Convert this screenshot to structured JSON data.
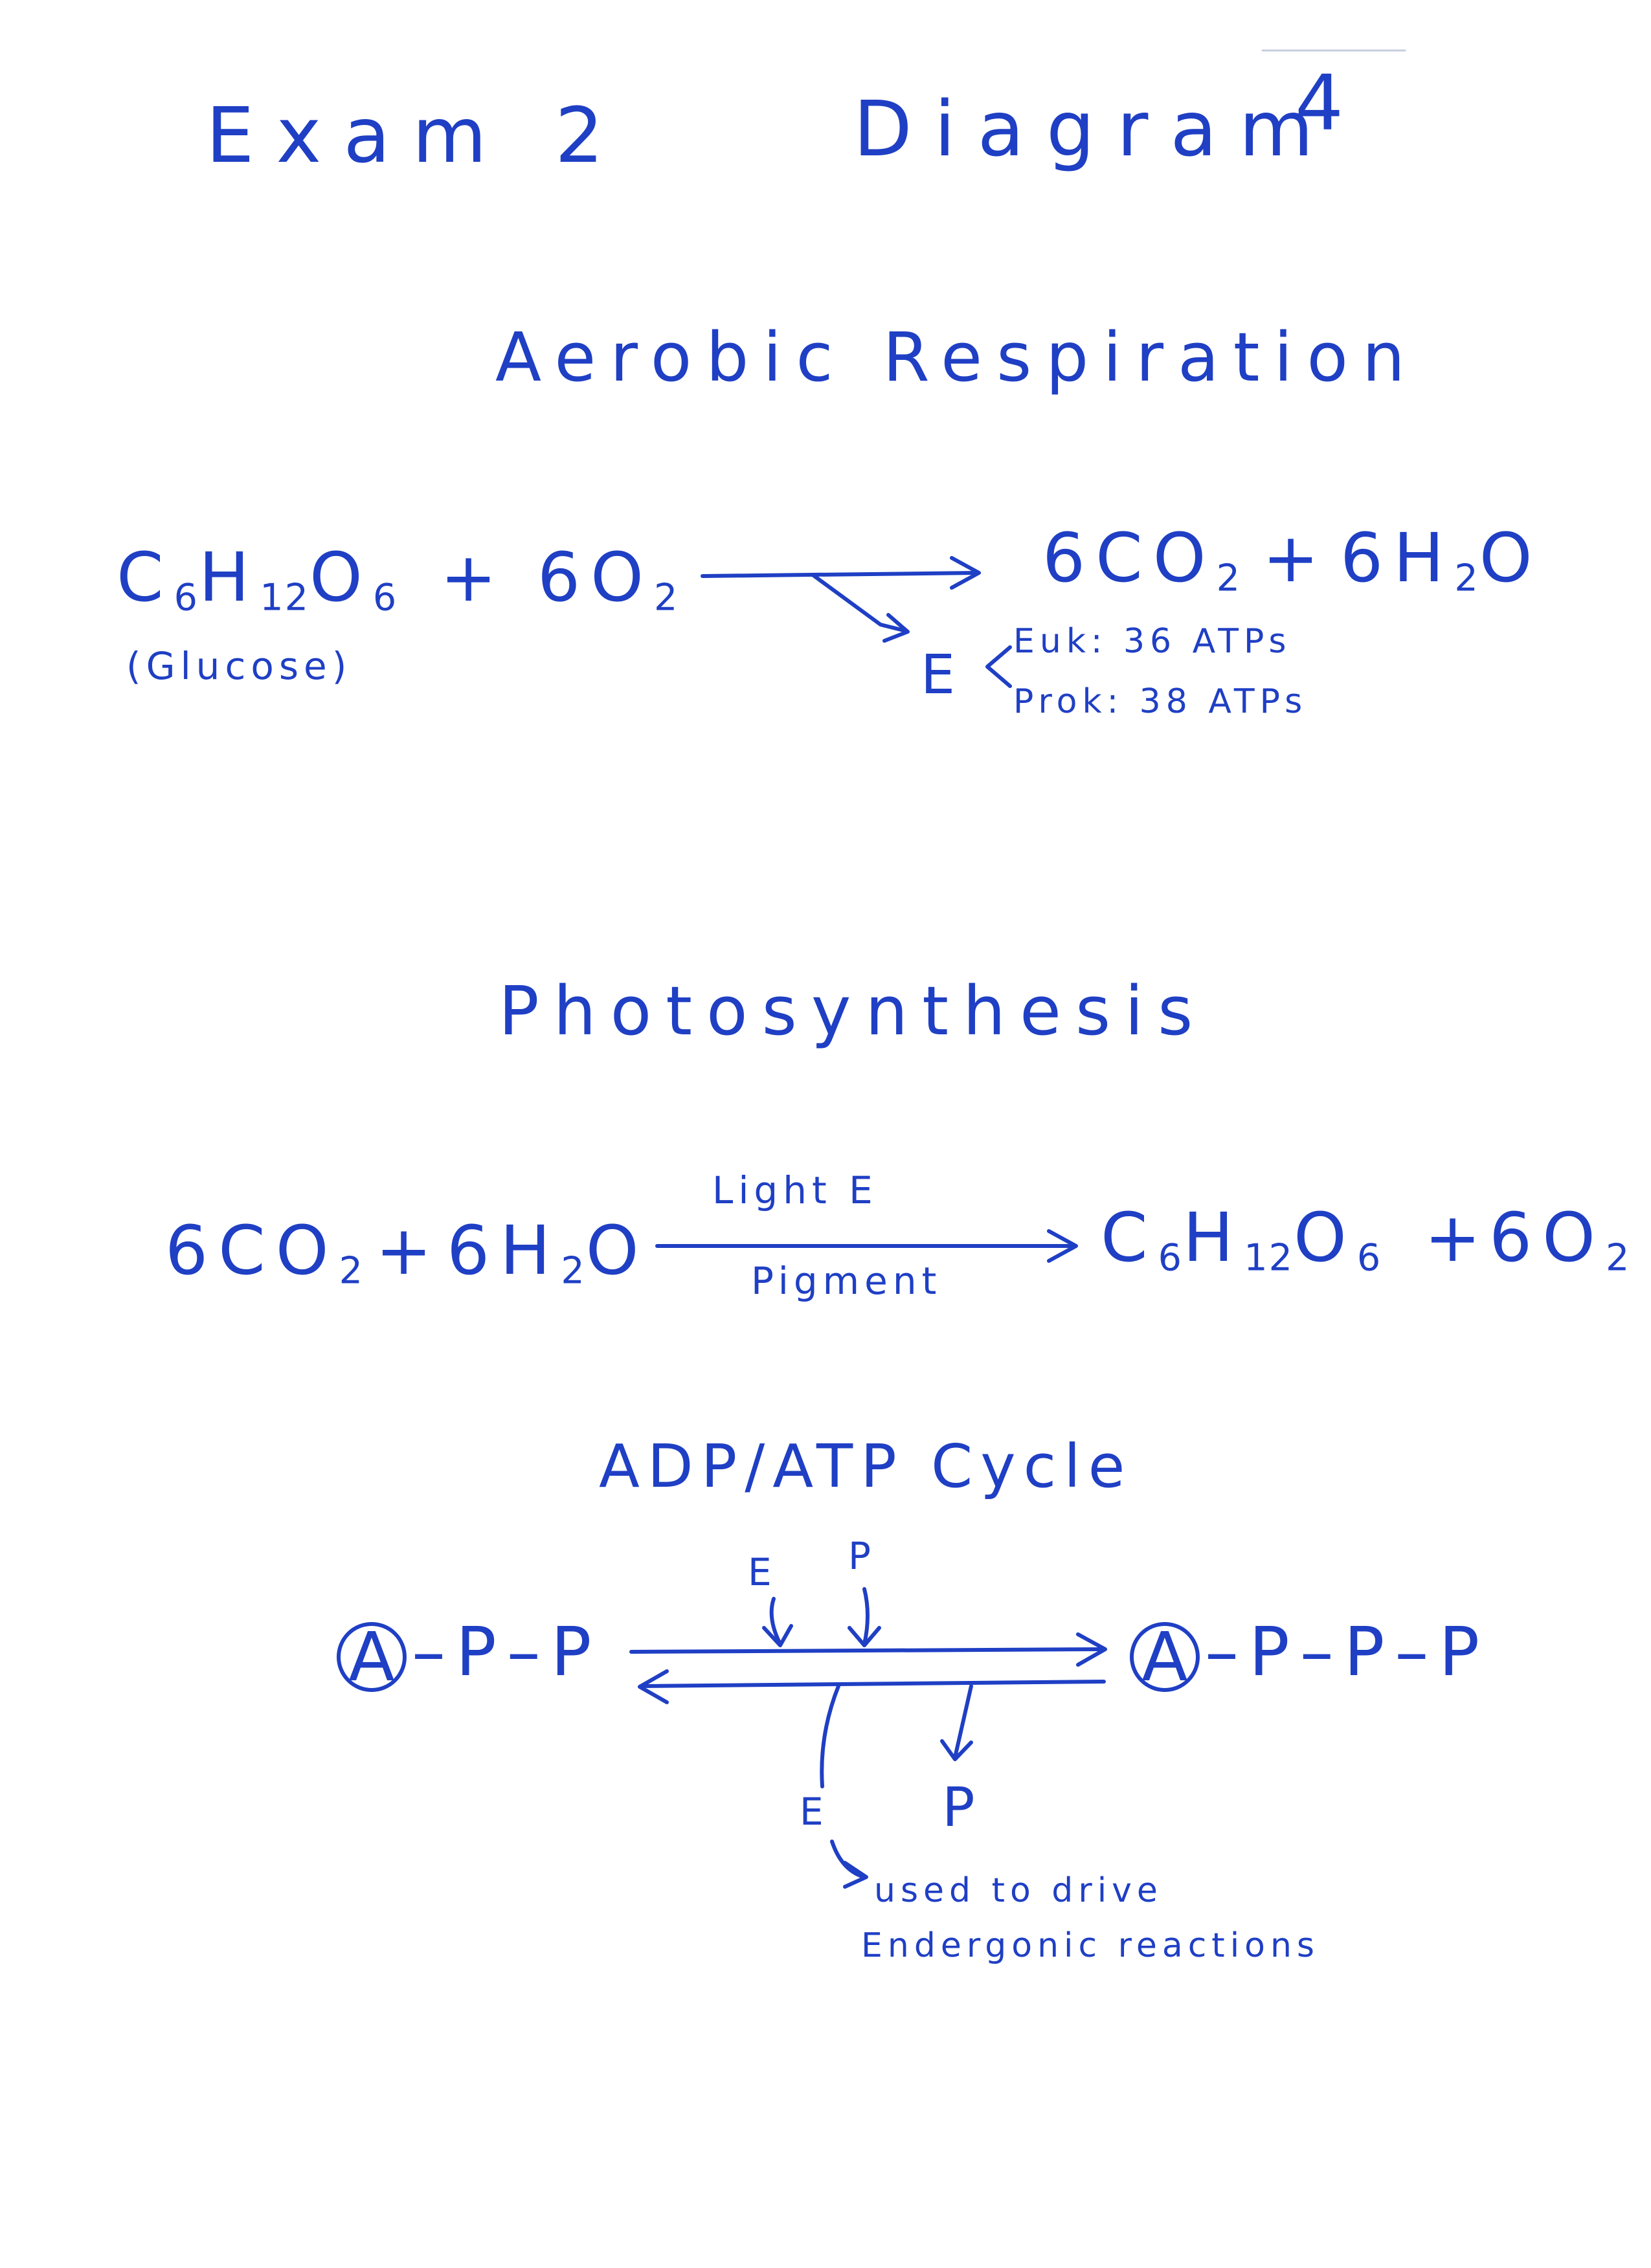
{
  "header": {
    "exam": "Exam 2",
    "diagram": "Diagram",
    "number": "4"
  },
  "respiration": {
    "heading": "Aerobic Respiration",
    "reactant1": {
      "c": "C",
      "c_sub": "6",
      "h": "H",
      "h_sub": "12",
      "o": "O",
      "o_sub": "6"
    },
    "plus1": "+",
    "reactant2": {
      "coef": "6O",
      "sub": "2"
    },
    "glucose_label": "(Glucose)",
    "product1": {
      "coef": "6CO",
      "sub": "2"
    },
    "plus2": "+",
    "product2": {
      "coef": "6H",
      "sub": "2",
      "tail": "O"
    },
    "energy": "E",
    "euk": "Euk: 36 ATPs",
    "prok": "Prok: 38 ATPs"
  },
  "photosynthesis": {
    "heading": "Photosynthesis",
    "reactant1": {
      "coef": "6CO",
      "sub": "2"
    },
    "plus1": "+",
    "reactant2": {
      "coef": "6H",
      "sub": "2",
      "tail": "O"
    },
    "above_arrow": "Light E",
    "below_arrow": "Pigment",
    "product1": {
      "c": "C",
      "c_sub": "6",
      "h": "H",
      "h_sub": "12",
      "o": "O",
      "o_sub": "6"
    },
    "plus2": "+",
    "product2": {
      "coef": "6O",
      "sub": "2"
    }
  },
  "cycle": {
    "heading": "ADP/ATP Cycle",
    "adp_circle": "A",
    "adp_tail": "–P–P",
    "atp_circle": "A",
    "atp_tail": "–P–P–P",
    "input_e": "E",
    "input_p": "P",
    "output_e": "E",
    "output_p": "P",
    "note_line1": "used to drive",
    "note_line2": "Endergonic reactions"
  }
}
